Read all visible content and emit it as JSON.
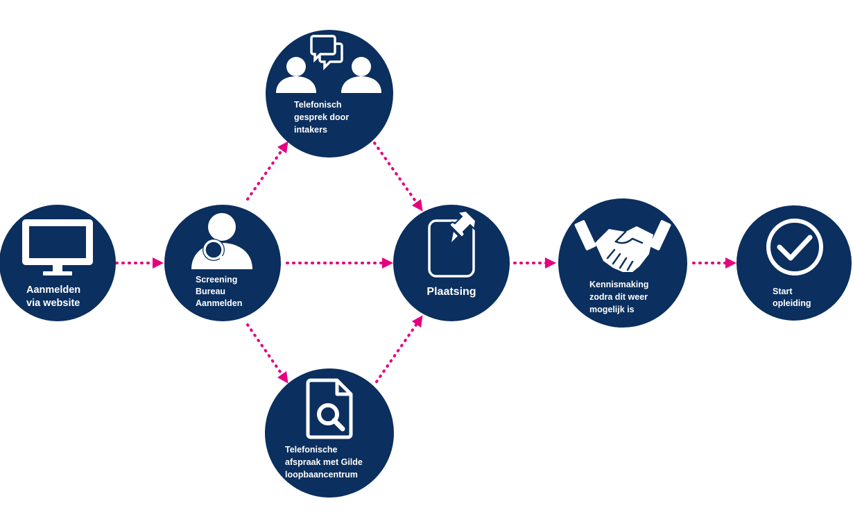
{
  "colors": {
    "node_fill": "#0b2f5e",
    "arrow": "#e5007e",
    "icon": "#ffffff"
  },
  "nodes": [
    {
      "id": "aanmelden",
      "icon": "monitor-icon",
      "lines": [
        "Aanmelden",
        "via website"
      ]
    },
    {
      "id": "screening",
      "icon": "person-magnifier-icon",
      "lines": [
        "Screening",
        "Bureau",
        "Aanmelden"
      ]
    },
    {
      "id": "telefonisch-gesprek",
      "icon": "conversation-icon",
      "lines": [
        "Telefonisch",
        "gesprek door",
        "intakers"
      ]
    },
    {
      "id": "telefonische-afspraak",
      "icon": "document-search-icon",
      "lines": [
        "Telefonische",
        "afspraak met Gilde",
        "loopbaancentrum"
      ]
    },
    {
      "id": "plaatsing",
      "icon": "pinned-note-icon",
      "lines": [
        "Plaatsing"
      ]
    },
    {
      "id": "kennismaking",
      "icon": "handshake-icon",
      "lines": [
        "Kennismaking",
        "zodra dit weer",
        "mogelijk is"
      ]
    },
    {
      "id": "start",
      "icon": "checkmark-circle-icon",
      "lines": [
        "Start",
        "opleiding"
      ]
    }
  ],
  "edges": [
    {
      "from": "aanmelden",
      "to": "screening"
    },
    {
      "from": "screening",
      "to": "telefonisch-gesprek"
    },
    {
      "from": "screening",
      "to": "plaatsing"
    },
    {
      "from": "screening",
      "to": "telefonische-afspraak"
    },
    {
      "from": "telefonisch-gesprek",
      "to": "plaatsing"
    },
    {
      "from": "telefonische-afspraak",
      "to": "plaatsing"
    },
    {
      "from": "plaatsing",
      "to": "kennismaking"
    },
    {
      "from": "kennismaking",
      "to": "start"
    }
  ]
}
